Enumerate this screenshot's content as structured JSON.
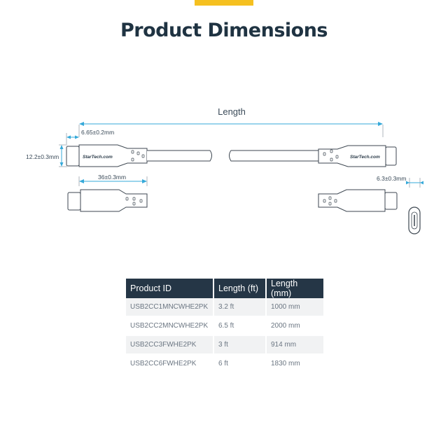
{
  "header": {
    "title": "Product Dimensions"
  },
  "diagram": {
    "length_label": "Length",
    "dim_top_offset": "6.65±0.2mm",
    "dim_connector_height": "12.2±0.3mm",
    "dim_housing_length": "36±0.3mm",
    "dim_connector_thickness": "6.3±0.3mm",
    "brand_left": "StarTech.com",
    "brand_right": "StarTech.com"
  },
  "table": {
    "headers": [
      "Product ID",
      "Length (ft)",
      "Length (mm)"
    ],
    "rows": [
      [
        "USB2CC1MNCWHE2PK",
        "3.2 ft",
        "1000 mm"
      ],
      [
        "USB2CC2MNCWHE2PK",
        "6.5 ft",
        "2000 mm"
      ],
      [
        "USB2CC3FWHE2PK",
        "3 ft",
        "914 mm"
      ],
      [
        "USB2CC6FWHE2PK",
        "6 ft",
        "1830 mm"
      ]
    ]
  },
  "colors": {
    "accent": "#f5c020",
    "header_bg": "#253646",
    "dimension_line": "#36a9d9"
  }
}
